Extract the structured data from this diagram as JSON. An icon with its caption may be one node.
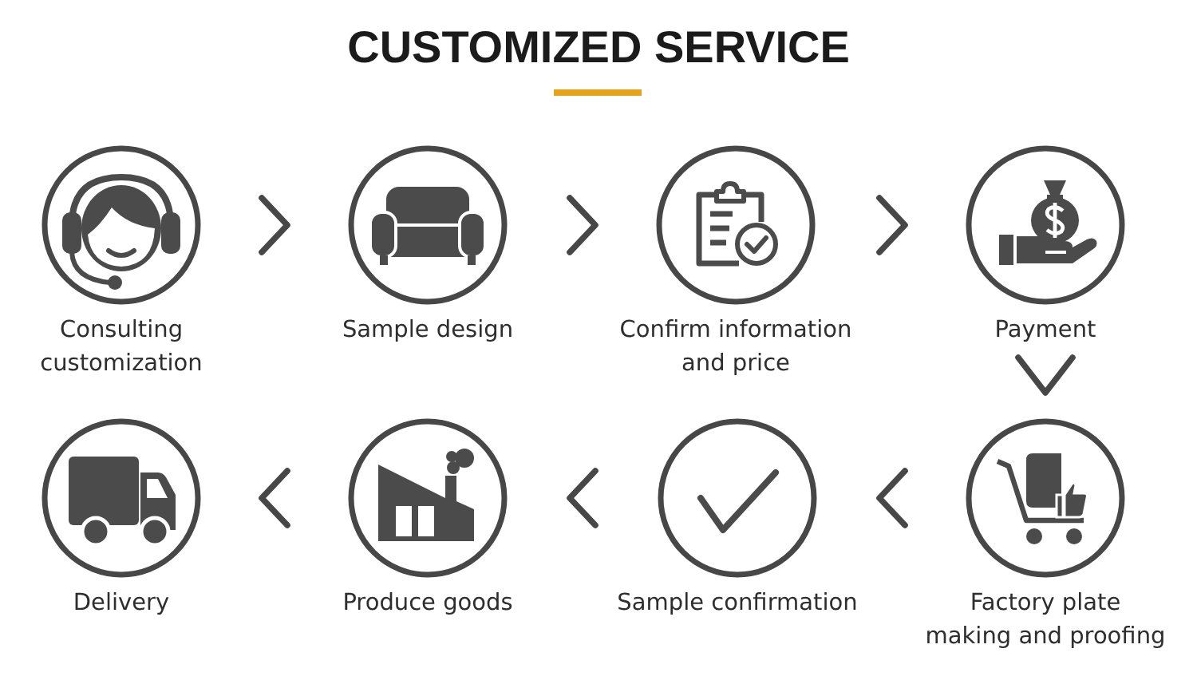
{
  "diagram": {
    "title": "CUSTOMIZED SERVICE",
    "nodes": [
      {
        "text": [
          "Consulting customization"
        ]
      },
      {
        "text": [
          "Sample design"
        ]
      },
      {
        "text": [
          "Confirm information and price"
        ]
      },
      {
        "text": [
          "Payment"
        ]
      },
      {
        "text": [
          "Delivery"
        ]
      },
      {
        "text": [
          "Produce goods"
        ]
      },
      {
        "text": [
          "Sample confirmation"
        ]
      },
      {
        "text": [
          "Factory plate making and proofing"
        ]
      }
    ],
    "edges": [
      {
        "from": 0,
        "to": 1,
        "arrow": "to"
      },
      {
        "from": 1,
        "to": 2,
        "arrow": "to"
      },
      {
        "from": 2,
        "to": 3,
        "arrow": "to"
      },
      {
        "from": 3,
        "to": 7,
        "arrow": "to"
      },
      {
        "from": 7,
        "to": 6,
        "arrow": "to"
      },
      {
        "from": 6,
        "to": 5,
        "arrow": "to"
      },
      {
        "from": 5,
        "to": 4,
        "arrow": "to"
      }
    ]
  }
}
